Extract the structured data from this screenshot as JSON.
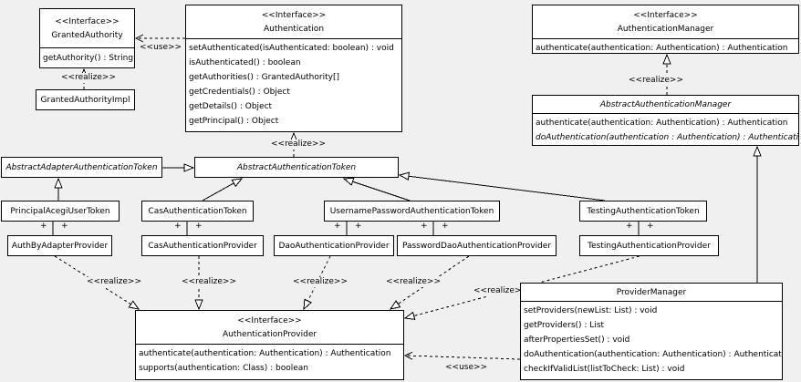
{
  "labels": {
    "interface": "<<Interface>>",
    "realize": "<<realize>>",
    "use": "<<use>>",
    "plus": "+"
  },
  "colors": {
    "background": "#f0f0f0",
    "box_fill": "#ffffff",
    "line": "#000000"
  },
  "classes": {
    "granted_authority": {
      "stereotype": "<<Interface>>",
      "name": "GrantedAuthority",
      "methods": [
        "getAuthority() : String"
      ]
    },
    "granted_authority_impl": {
      "name": "GrantedAuthorityImpl"
    },
    "authentication": {
      "stereotype": "<<Interface>>",
      "name": "Authentication",
      "methods": [
        "setAuthenticated(isAuthenticated: boolean) : void",
        "isAuthenticated() : boolean",
        "getAuthorities() : GrantedAuthority[]",
        "getCredentials() : Object",
        "getDetails() : Object",
        "getPrincipal() : Object"
      ]
    },
    "authentication_manager": {
      "stereotype": "<<Interface>>",
      "name": "AuthenticationManager",
      "methods": [
        "authenticate(authentication: Authentication) : Authentication"
      ]
    },
    "abstract_authentication_manager": {
      "name": "AbstractAuthenticationManager",
      "abstract": true,
      "methods": [
        "authenticate(authentication: Authentication) : Authentication",
        "doAuthentication(authentication : Authentication) : Authentication"
      ]
    },
    "abstract_adapter_authentication_token": {
      "name": "AbstractAdapterAuthenticationToken",
      "abstract": true
    },
    "abstract_authentication_token": {
      "name": "AbstractAuthenticationToken",
      "abstract": true
    },
    "principal_acegi_user_token": {
      "name": "PrincipalAcegiUserToken"
    },
    "cas_authentication_token": {
      "name": "CasAuthenticationToken"
    },
    "username_password_authentication_token": {
      "name": "UsernamePasswordAuthenticationToken"
    },
    "testing_authentication_token": {
      "name": "TestingAuthenticationToken"
    },
    "auth_by_adapter_provider": {
      "name": "AuthByAdapterProvider"
    },
    "cas_authentication_provider": {
      "name": "CasAuthenticationProvider"
    },
    "dao_authentication_provider": {
      "name": "DaoAuthenticationProvider"
    },
    "password_dao_authentication_provider": {
      "name": "PasswordDaoAuthenticationProvider"
    },
    "testing_authentication_provider": {
      "name": "TestingAuthenticationProvider"
    },
    "authentication_provider": {
      "stereotype": "<<Interface>>",
      "name": "AuthenticationProvider",
      "methods": [
        "authenticate(authentication: Authentication) : Authentication",
        "supports(authentication: Class) : boolean"
      ]
    },
    "provider_manager": {
      "name": "ProviderManager",
      "methods": [
        "setProviders(newList: List) : void",
        "getProviders() : List",
        "afterPropertiesSet() : void",
        "doAuthentication(authentication: Authentication) : Authentication",
        "checkIfValidList(listToCheck: List) : void"
      ]
    }
  },
  "relationships": [
    {
      "type": "realize",
      "from": "GrantedAuthorityImpl",
      "to": "GrantedAuthority"
    },
    {
      "type": "use",
      "from": "Authentication",
      "to": "GrantedAuthority"
    },
    {
      "type": "realize",
      "from": "AbstractAuthenticationManager",
      "to": "AuthenticationManager"
    },
    {
      "type": "realize",
      "from": "AbstractAuthenticationToken",
      "to": "Authentication"
    },
    {
      "type": "generalization",
      "from": "AbstractAdapterAuthenticationToken",
      "to": "AbstractAuthenticationToken"
    },
    {
      "type": "generalization",
      "from": "PrincipalAcegiUserToken",
      "to": "AbstractAdapterAuthenticationToken"
    },
    {
      "type": "generalization",
      "from": "CasAuthenticationToken",
      "to": "AbstractAuthenticationToken"
    },
    {
      "type": "generalization",
      "from": "UsernamePasswordAuthenticationToken",
      "to": "AbstractAuthenticationToken"
    },
    {
      "type": "generalization",
      "from": "TestingAuthenticationToken",
      "to": "AbstractAuthenticationToken"
    },
    {
      "type": "association",
      "from": "PrincipalAcegiUserToken",
      "to": "AuthByAdapterProvider",
      "end_labels": [
        "+",
        "+"
      ]
    },
    {
      "type": "association",
      "from": "CasAuthenticationToken",
      "to": "CasAuthenticationProvider",
      "end_labels": [
        "+",
        "+"
      ]
    },
    {
      "type": "association",
      "from": "UsernamePasswordAuthenticationToken",
      "to": "DaoAuthenticationProvider",
      "end_labels": [
        "+",
        "+"
      ]
    },
    {
      "type": "association",
      "from": "UsernamePasswordAuthenticationToken",
      "to": "PasswordDaoAuthenticationProvider",
      "end_labels": [
        "+",
        "+"
      ]
    },
    {
      "type": "association",
      "from": "TestingAuthenticationToken",
      "to": "TestingAuthenticationProvider",
      "end_labels": [
        "+",
        "+"
      ]
    },
    {
      "type": "realize",
      "from": "AuthByAdapterProvider",
      "to": "AuthenticationProvider"
    },
    {
      "type": "realize",
      "from": "CasAuthenticationProvider",
      "to": "AuthenticationProvider"
    },
    {
      "type": "realize",
      "from": "DaoAuthenticationProvider",
      "to": "AuthenticationProvider"
    },
    {
      "type": "realize",
      "from": "PasswordDaoAuthenticationProvider",
      "to": "AuthenticationProvider"
    },
    {
      "type": "realize",
      "from": "TestingAuthenticationProvider",
      "to": "AuthenticationProvider"
    },
    {
      "type": "generalization",
      "from": "ProviderManager",
      "to": "AbstractAuthenticationManager"
    },
    {
      "type": "use",
      "from": "ProviderManager",
      "to": "AuthenticationProvider"
    }
  ]
}
